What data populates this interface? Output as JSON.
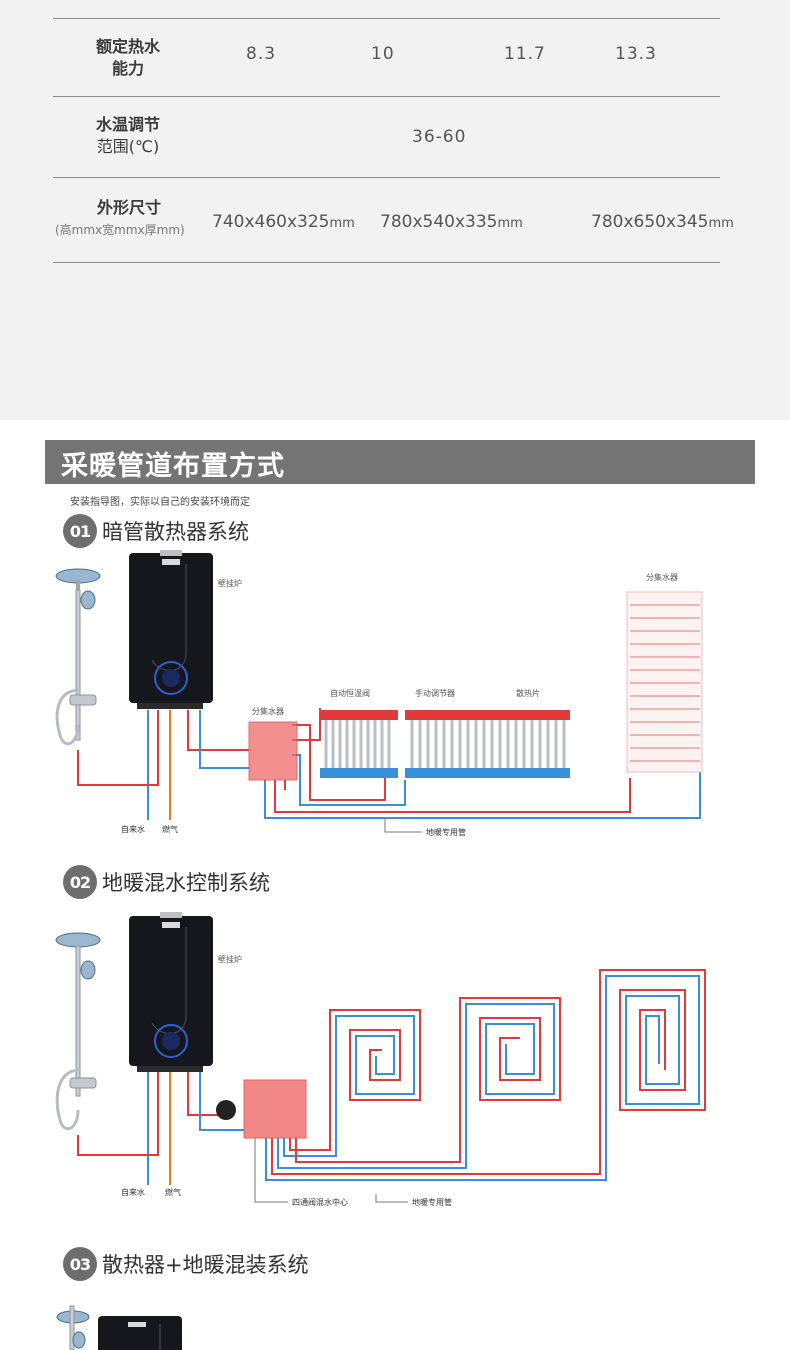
{
  "spec_table": {
    "rows": [
      {
        "label_line1": "额定热水",
        "label_line2": "能力",
        "values": [
          "8.3",
          "10",
          "11.7",
          "13.3"
        ]
      },
      {
        "label_line1": "水温调节",
        "label_line2": "范围(℃)",
        "value": "36-60"
      },
      {
        "label_line1": "外形尺寸",
        "label_line2": "(高mmx宽mmx厚mm)",
        "values": [
          {
            "num": "740x460x325",
            "unit": "mm"
          },
          {
            "num": "780x540x335",
            "unit": "mm"
          },
          {
            "num": "780x650x345",
            "unit": "mm"
          }
        ]
      }
    ]
  },
  "heating": {
    "title": "采暖管道布置方式",
    "note": "安装指导图，实际以自己的安装环境而定",
    "systems": [
      {
        "num": "01",
        "title": "暗管散热器系统",
        "labels": {
          "boiler": "壁挂炉",
          "manifold": "分集水器",
          "auto_valve": "自动恒温阀",
          "manual_valve": "手动调节器",
          "radiator": "散热片",
          "towel_rack": "分集水器",
          "tap_water": "自来水",
          "gas": "燃气",
          "floor_pipe": "地暖专用管"
        }
      },
      {
        "num": "02",
        "title": "地暖混水控制系统",
        "labels": {
          "boiler": "壁挂炉",
          "tap_water": "自来水",
          "gas": "燃气",
          "mix_center": "四通阀混水中心",
          "floor_pipe": "地暖专用管"
        }
      },
      {
        "num": "03",
        "title": "散热器+地暖混装系统"
      }
    ]
  },
  "colors": {
    "hot_pipe": "#e03a3a",
    "cold_pipe": "#3a8fd8",
    "gas_pipe": "#e87a2a",
    "boiler_body": "#15171c",
    "banner": "#747474"
  }
}
